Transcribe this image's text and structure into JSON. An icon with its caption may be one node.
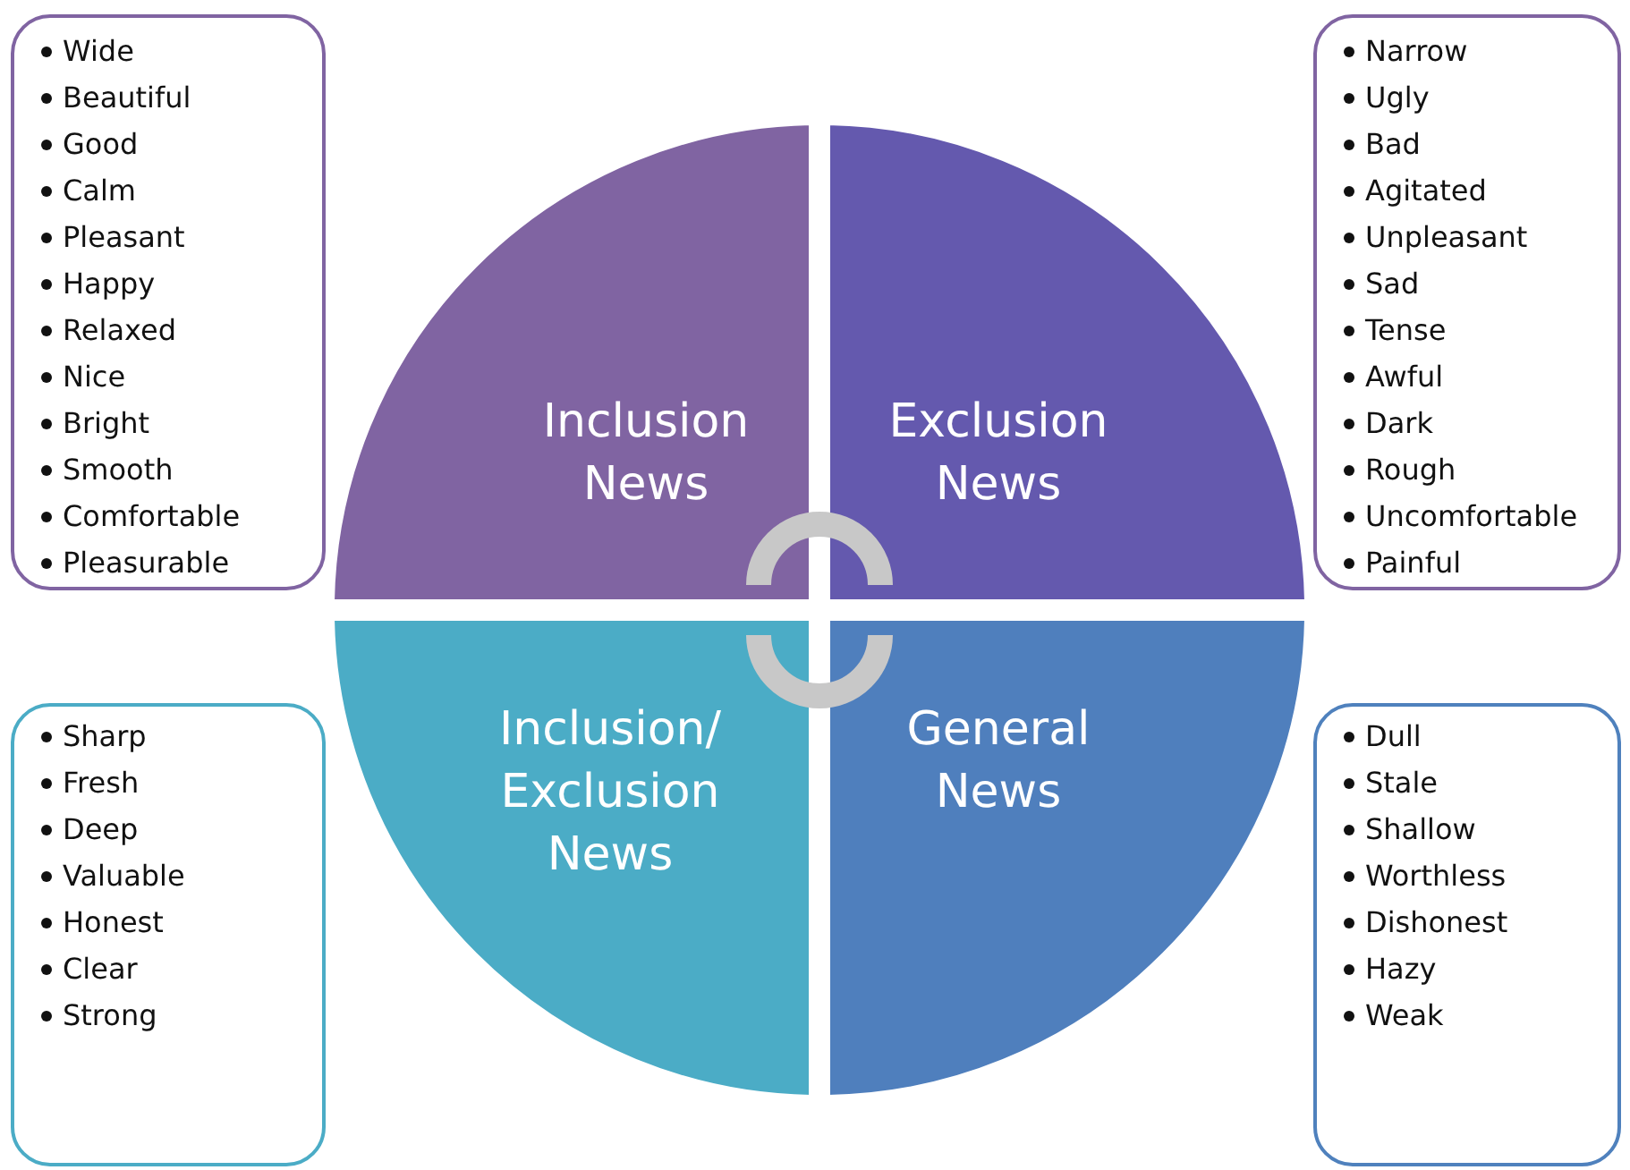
{
  "diagram": {
    "nodes": [
      {
        "text": [
          "Wide",
          "Beautiful",
          "Good",
          "Calm",
          "Pleasant",
          "Happy",
          "Relaxed",
          "Nice",
          "Bright",
          "Smooth",
          "Comfortable",
          "Pleasurable"
        ]
      },
      {
        "text": [
          "Inclusion News"
        ]
      },
      {
        "text": [
          "Exclusion News"
        ]
      },
      {
        "text": [
          "Narrow",
          "Ugly",
          "Bad",
          "Agitated",
          "Unpleasant",
          "Sad",
          "Tense",
          "Awful",
          "Dark",
          "Rough",
          "Uncomfortable",
          "Painful"
        ]
      },
      {
        "text": [
          "Sharp",
          "Fresh",
          "Deep",
          "Valuable",
          "Honest",
          "Clear",
          "Strong"
        ]
      },
      {
        "text": [
          "Inclusion/ Exclusion News"
        ]
      },
      {
        "text": [
          "General News"
        ]
      },
      {
        "text": [
          "Dull",
          "Stale",
          "Shallow",
          "Worthless",
          "Dishonest",
          "Hazy",
          "Weak"
        ]
      }
    ]
  }
}
